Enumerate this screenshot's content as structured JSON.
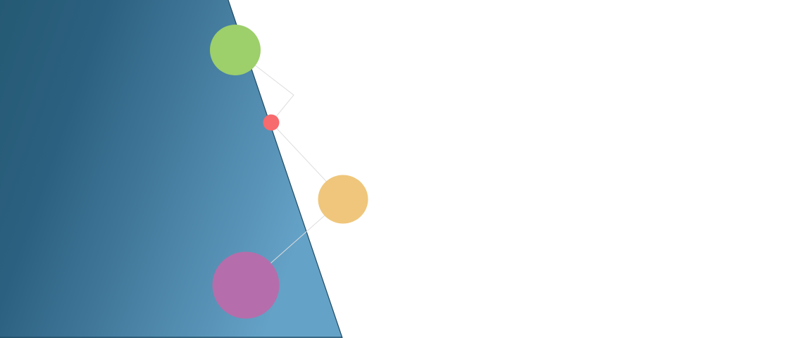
{
  "colors": {
    "background": "#ffffff",
    "panel_gradient_dark": "#255a74",
    "panel_gradient_light": "#65a2c7",
    "panel_edge": "#1f4a62",
    "connector": "#dddddd",
    "node_green": "#9dcf6b",
    "node_red": "#f76a6e",
    "node_orange": "#efc67b",
    "node_purple": "#b56eab"
  },
  "nodes": [
    {
      "name": "green-circle-node"
    },
    {
      "name": "red-dot-node"
    },
    {
      "name": "orange-circle-node"
    },
    {
      "name": "purple-circle-node"
    }
  ]
}
